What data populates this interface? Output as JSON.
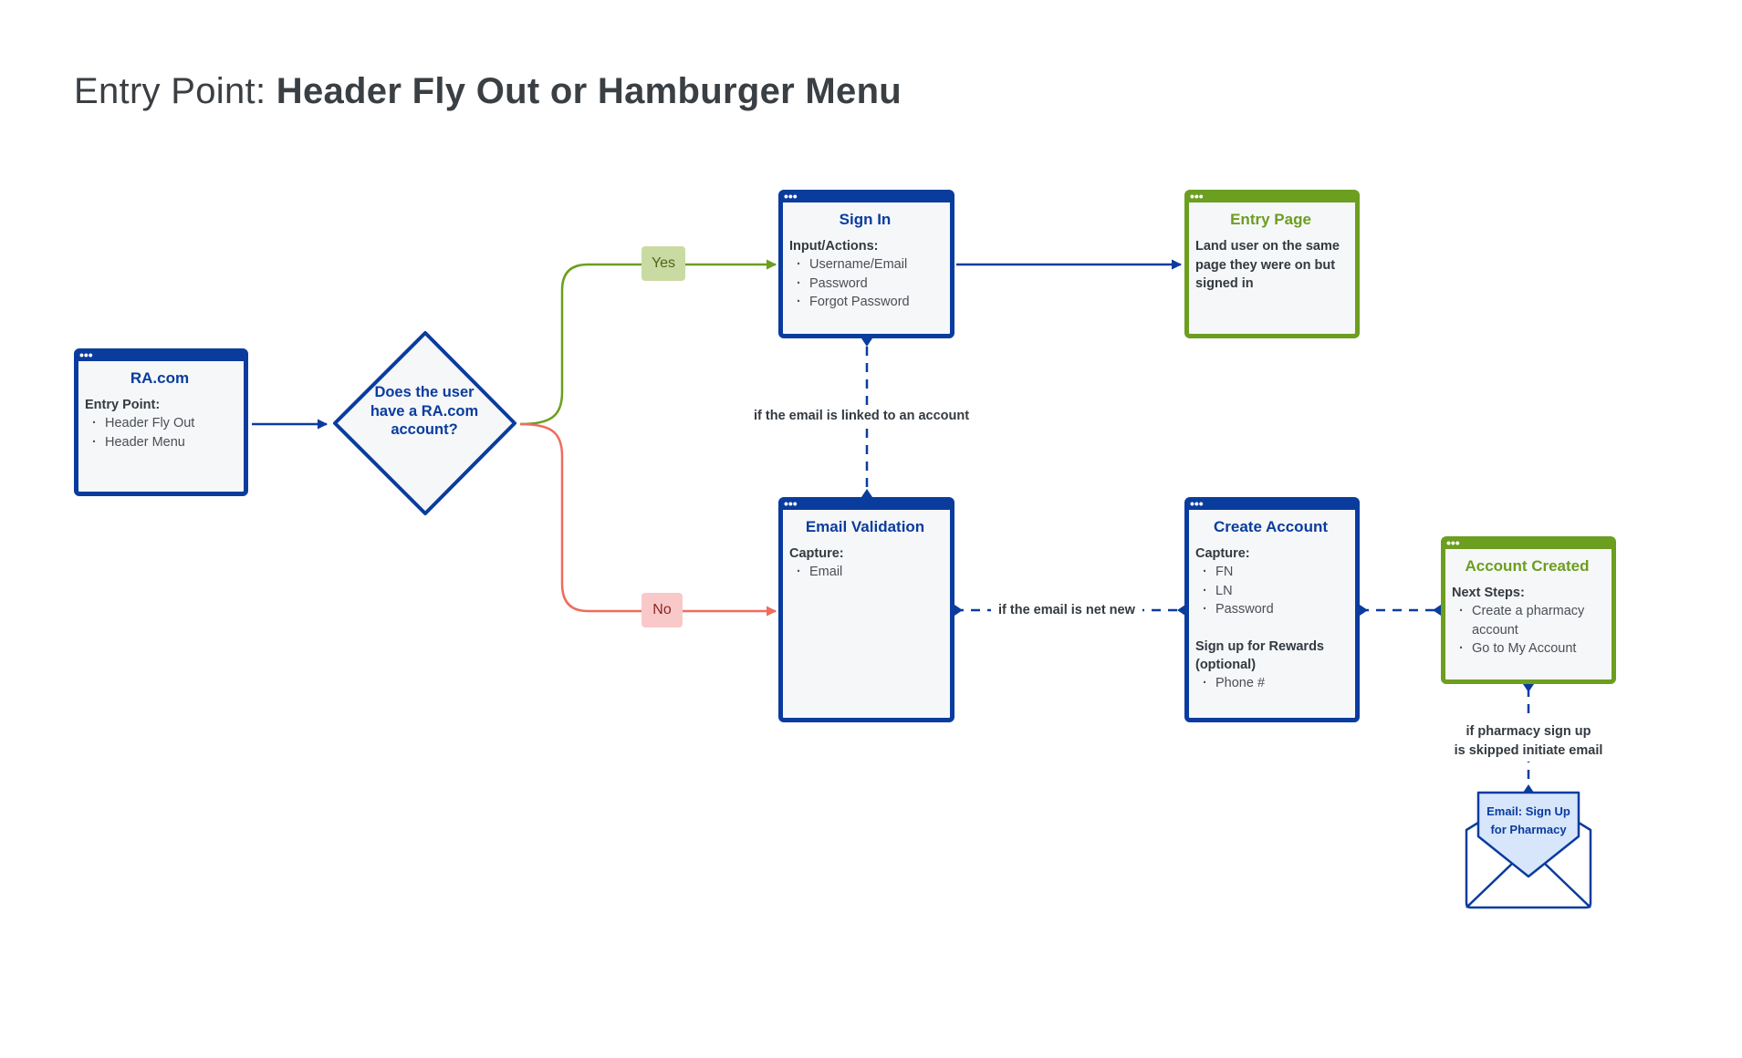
{
  "title": {
    "prefix": "Entry Point: ",
    "main": "Header Fly Out or Hamburger Menu"
  },
  "colors": {
    "blue": "#0a3c9e",
    "green": "#6c9e1f",
    "red": "#ef6b5e",
    "yes_fill": "#c9dba2",
    "no_fill": "#f9c8c8"
  },
  "nodes": {
    "ra": {
      "title": "RA.com",
      "label": "Entry Point:",
      "items": [
        "Header Fly Out",
        "Header Menu"
      ]
    },
    "decision": {
      "text": "Does the user have a RA.com account?"
    },
    "signin": {
      "title": "Sign In",
      "label": "Input/Actions:",
      "items": [
        "Username/Email",
        "Password",
        "Forgot Password"
      ]
    },
    "entry_page": {
      "title": "Entry Page",
      "text": "Land user on the same page they were on but signed in"
    },
    "email_validation": {
      "title": "Email Validation",
      "label": "Capture:",
      "items": [
        "Email"
      ]
    },
    "create_account": {
      "title": "Create Account",
      "label": "Capture:",
      "items": [
        "FN",
        "LN",
        "Password"
      ],
      "label2": "Sign up for Rewards (optional)",
      "items2": [
        "Phone #"
      ]
    },
    "account_created": {
      "title": "Account Created",
      "label": "Next Steps:",
      "items": [
        "Create a pharmacy account",
        "Go to My  Account"
      ]
    },
    "email_pharmacy": {
      "text": "Email: Sign Up for Pharmacy"
    }
  },
  "edges": {
    "yes_label": "Yes",
    "no_label": "No",
    "linked_note": "if the email is linked to an account",
    "net_new_note": "if the email is net new",
    "pharmacy_note_line1": "if pharmacy sign up",
    "pharmacy_note_line2": "is skipped initiate email"
  }
}
